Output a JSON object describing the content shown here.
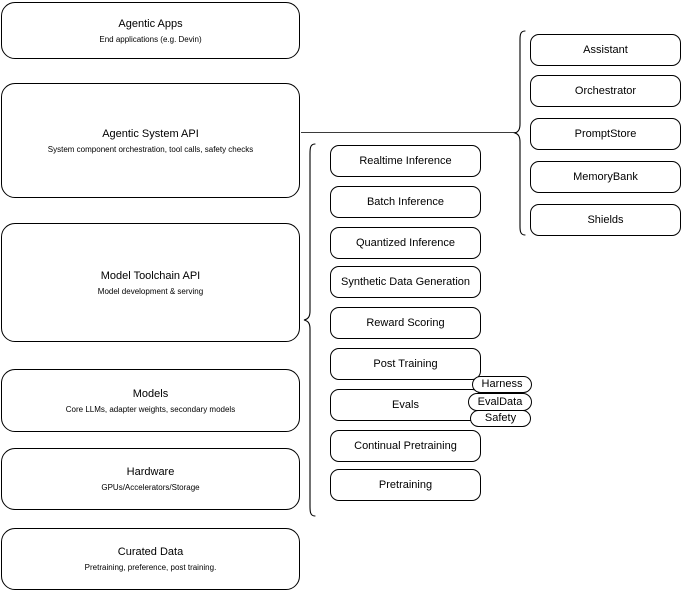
{
  "diagram": {
    "title_hidden": "Agentic AI stack layered architecture",
    "stack_layers": [
      {
        "title": "Agentic Apps",
        "subtitle": "End applications (e.g. Devin)"
      },
      {
        "title": "Agentic System API",
        "subtitle": "System component orchestration, tool calls, safety checks"
      },
      {
        "title": "Model Toolchain API",
        "subtitle": "Model development & serving"
      },
      {
        "title": "Models",
        "subtitle": "Core LLMs, adapter weights, secondary models"
      },
      {
        "title": "Hardware",
        "subtitle": "GPUs/Accelerators/Storage"
      },
      {
        "title": "Curated Data",
        "subtitle": "Pretraining, preference, post training."
      }
    ],
    "toolchain_components": [
      {
        "label": "Realtime Inference"
      },
      {
        "label": "Batch Inference"
      },
      {
        "label": "Quantized Inference"
      },
      {
        "label": "Synthetic Data Generation"
      },
      {
        "label": "Reward Scoring"
      },
      {
        "label": "Post Training"
      },
      {
        "label": "Evals"
      },
      {
        "label": "Continual Pretraining"
      },
      {
        "label": "Pretraining"
      }
    ],
    "evals_subcomponents": [
      {
        "label": "Harness"
      },
      {
        "label": "EvalData"
      },
      {
        "label": "Safety"
      }
    ],
    "agentic_system_components": [
      {
        "label": "Assistant"
      },
      {
        "label": "Orchestrator"
      },
      {
        "label": "PromptStore"
      },
      {
        "label": "MemoryBank"
      },
      {
        "label": "Shields"
      }
    ],
    "colors": {
      "stroke": "#000000",
      "connector": "#3b3b3b",
      "background": "#ffffff",
      "text": "#000000"
    }
  }
}
